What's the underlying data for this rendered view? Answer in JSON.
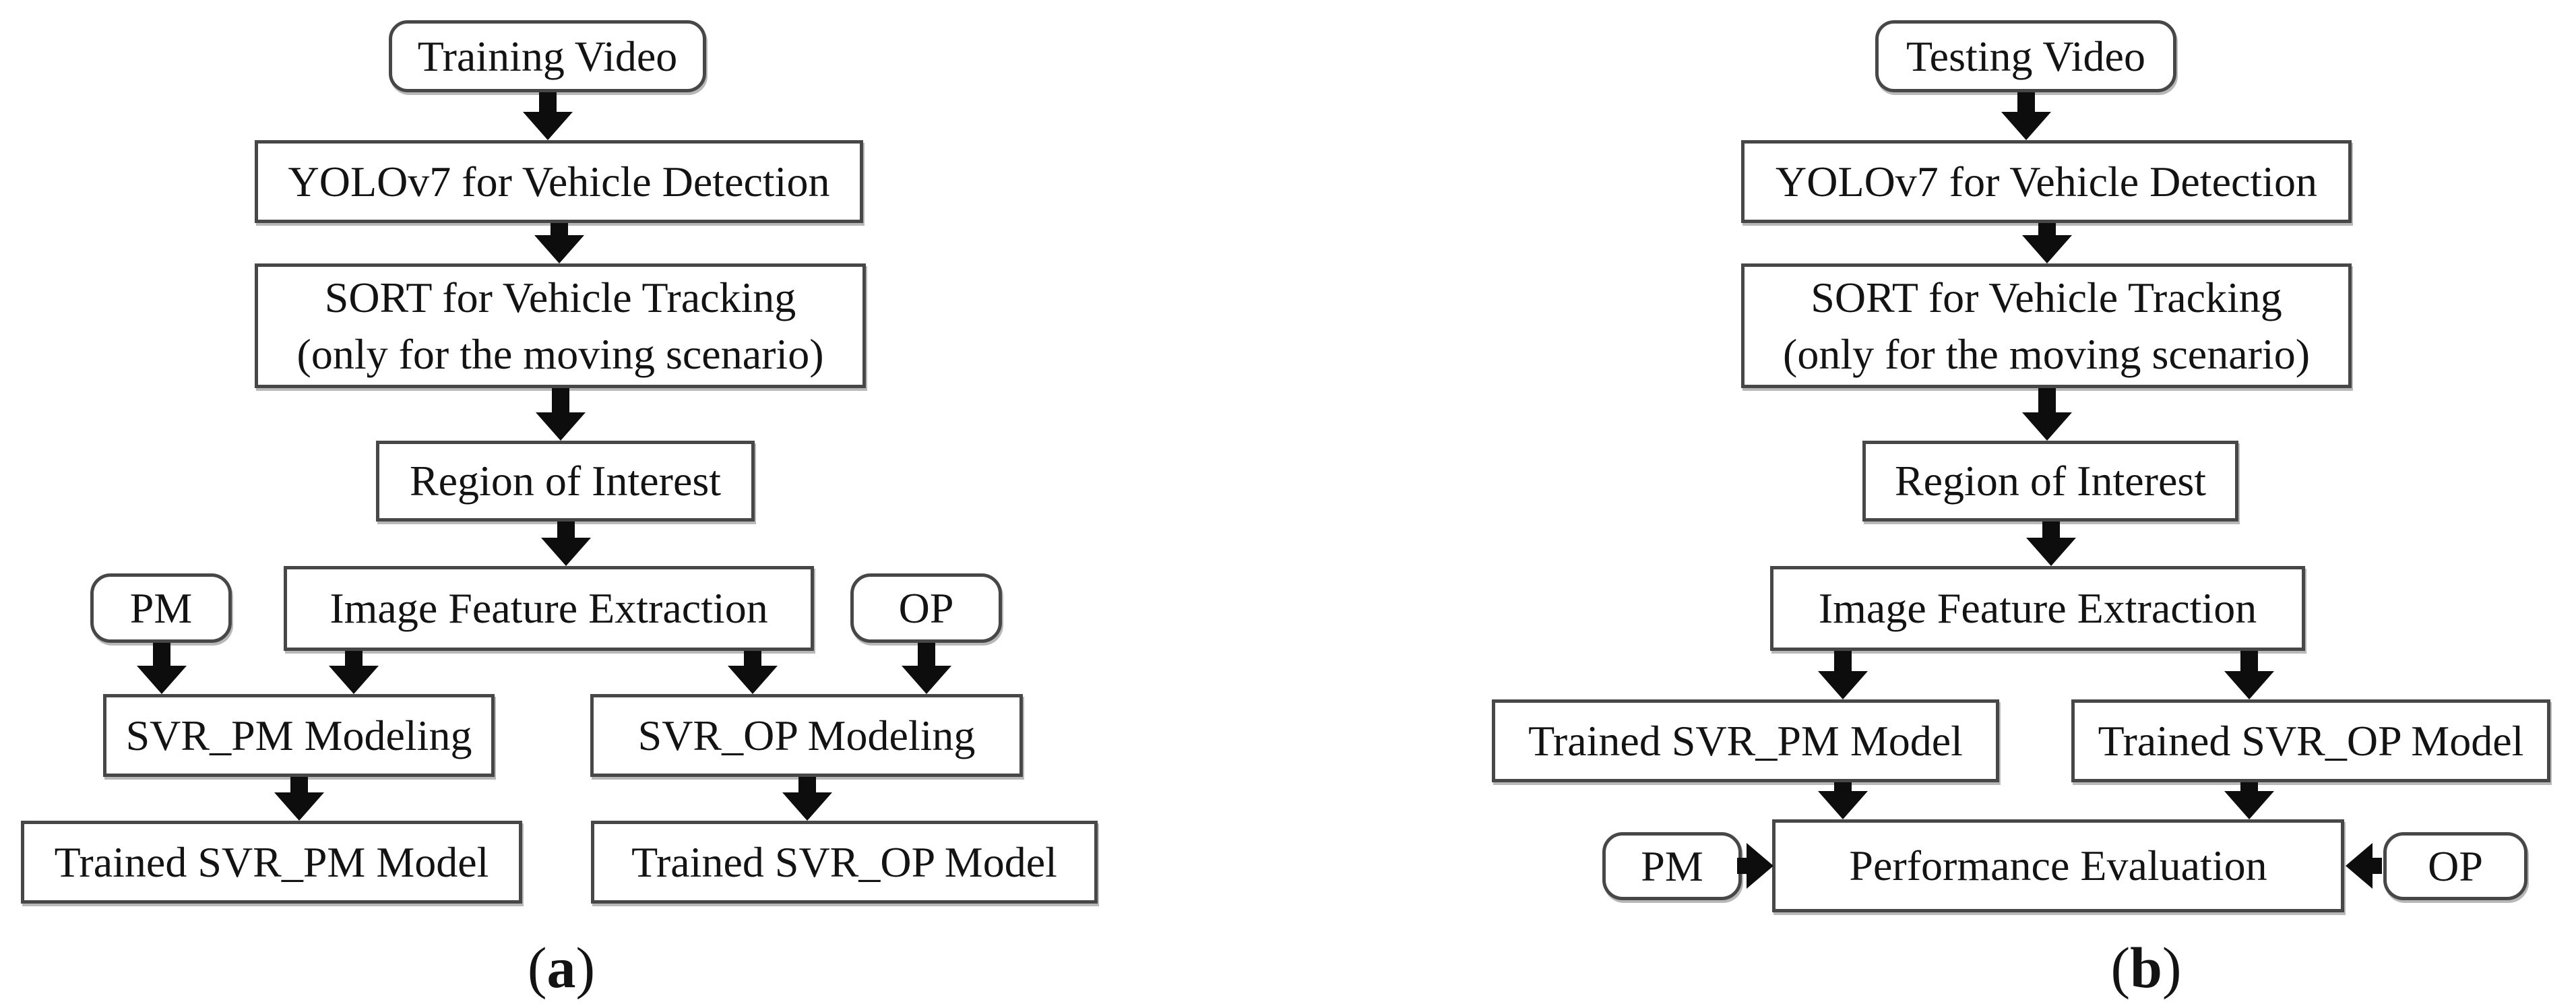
{
  "figure": {
    "colors": {
      "box_border": "#474747",
      "arrow": "#0d0d0d",
      "text": "#131313",
      "background": "#ffffff"
    },
    "panels": [
      {
        "id": "a",
        "caption": {
          "prefix": "(",
          "letter": "a",
          "suffix": ")"
        },
        "nodes": {
          "training_video": "Training Video",
          "yolov7": "YOLOv7 for Vehicle Detection",
          "sort": "SORT for Vehicle Tracking\n(only for the moving scenario)",
          "roi": "Region of Interest",
          "feature_extraction": "Image Feature Extraction",
          "pm": "PM",
          "op": "OP",
          "svr_pm_modeling": "SVR_PM Modeling",
          "svr_op_modeling": "SVR_OP Modeling",
          "trained_svr_pm": "Trained SVR_PM Model",
          "trained_svr_op": "Trained SVR_OP Model"
        }
      },
      {
        "id": "b",
        "caption": {
          "prefix": "(",
          "letter": "b",
          "suffix": ")"
        },
        "nodes": {
          "testing_video": "Testing Video",
          "yolov7": "YOLOv7 for Vehicle Detection",
          "sort": "SORT for Vehicle Tracking\n(only for the moving scenario)",
          "roi": "Region of Interest",
          "feature_extraction": "Image Feature Extraction",
          "trained_svr_pm": "Trained SVR_PM Model",
          "trained_svr_op": "Trained SVR_OP Model",
          "performance_evaluation": "Performance Evaluation",
          "pm": "PM",
          "op": "OP"
        }
      }
    ]
  }
}
